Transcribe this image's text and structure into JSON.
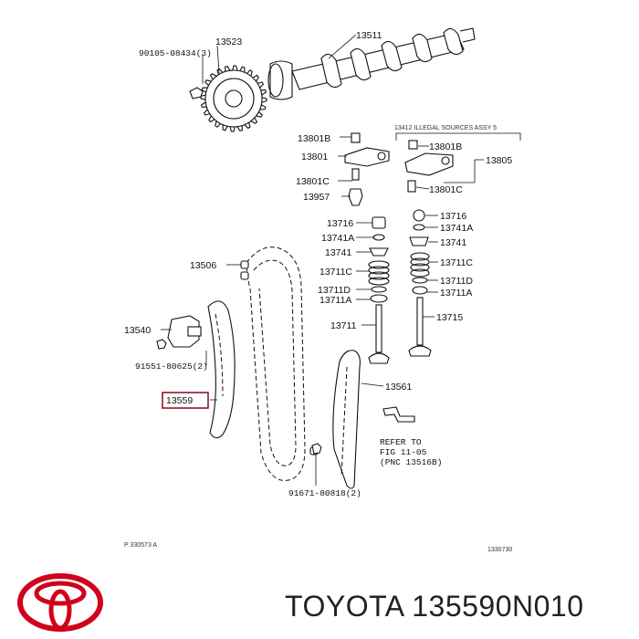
{
  "labels": {
    "p90105": "90105-08434(3)",
    "p13523": "13523",
    "p13511": "13511",
    "header": "13412   ILLEGAL SOURCES ASSY 5",
    "p13801b_l": "13801B",
    "p13801_l": "13801",
    "p13801c_l": "13801C",
    "p13957": "13957",
    "p13801b_r": "13801B",
    "p13805": "13805",
    "p13801c_r": "13801C",
    "p13716_l": "13716",
    "p13741a_l": "13741A",
    "p13741_l": "13741",
    "p13711c_l": "13711C",
    "p13711d_l": "13711D",
    "p13711a_l": "13711A",
    "p13711": "13711",
    "p13716_r": "13716",
    "p13741a_r": "13741A",
    "p13741_r": "13741",
    "p13711c_r": "13711C",
    "p13711d_r": "13711D",
    "p13711a_r": "13711A",
    "p13715": "13715",
    "p13506": "13506",
    "p13540": "13540",
    "p91551": "91551-80625(2)",
    "p13559": "13559",
    "p13561": "13561",
    "refer1": "REFER TO",
    "refer2": "FIG 11-05",
    "refer3": "(PNC 13516B)",
    "p91671": "91671-80818(2)",
    "fig_code": "P 330573  A",
    "fig_num": "1330730"
  },
  "brand": {
    "name": "TOYOTA",
    "part_number": "135590N010",
    "logo_color": "#d0021b"
  },
  "highlight_color": "#8b1a2b"
}
